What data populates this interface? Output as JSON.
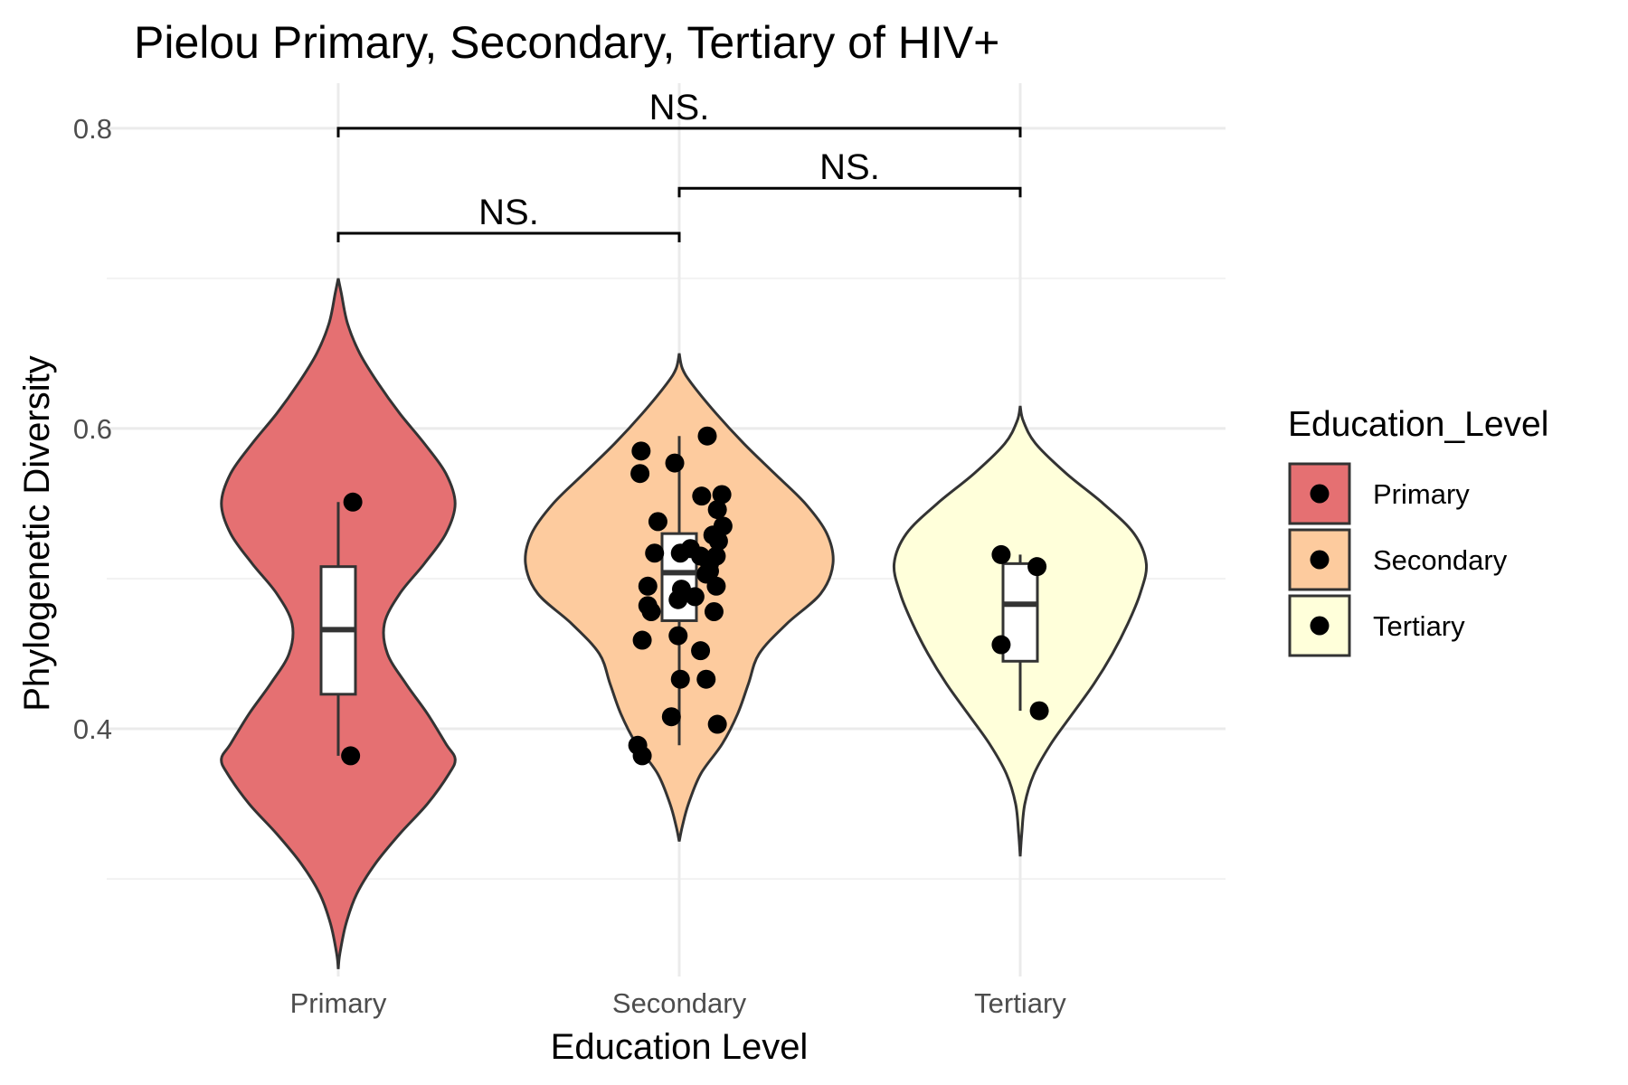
{
  "chart_data": {
    "type": "violin",
    "title": "Pielou Primary, Secondary, Tertiary of HIV+",
    "xlabel": "Education Level",
    "ylabel": "Phylogenetic Diversity",
    "ylim": [
      0.235,
      0.83
    ],
    "yticks": [
      0.4,
      0.6,
      0.8
    ],
    "ytick_labels": [
      "0.4",
      "0.6",
      "0.8"
    ],
    "categories": [
      "Primary",
      "Secondary",
      "Tertiary"
    ],
    "grid": true,
    "legend": {
      "title": "Education_Level",
      "position": "right",
      "entries": [
        "Primary",
        "Secondary",
        "Tertiary"
      ]
    },
    "colors": {
      "Primary": "#E57072",
      "Secondary": "#FDCB9E",
      "Tertiary": "#FFFFDA"
    },
    "violins": [
      {
        "category": "Primary",
        "profile": [
          [
            0.7,
            0.0
          ],
          [
            0.69,
            0.02
          ],
          [
            0.67,
            0.06
          ],
          [
            0.65,
            0.14
          ],
          [
            0.63,
            0.26
          ],
          [
            0.61,
            0.4
          ],
          [
            0.59,
            0.56
          ],
          [
            0.57,
            0.7
          ],
          [
            0.55,
            0.76
          ],
          [
            0.53,
            0.7
          ],
          [
            0.51,
            0.56
          ],
          [
            0.49,
            0.4
          ],
          [
            0.47,
            0.3
          ],
          [
            0.45,
            0.32
          ],
          [
            0.43,
            0.44
          ],
          [
            0.41,
            0.58
          ],
          [
            0.39,
            0.7
          ],
          [
            0.38,
            0.76
          ],
          [
            0.37,
            0.72
          ],
          [
            0.35,
            0.58
          ],
          [
            0.33,
            0.4
          ],
          [
            0.31,
            0.24
          ],
          [
            0.29,
            0.12
          ],
          [
            0.27,
            0.05
          ],
          [
            0.25,
            0.01
          ],
          [
            0.24,
            0.0
          ]
        ]
      },
      {
        "category": "Secondary",
        "profile": [
          [
            0.65,
            0.0
          ],
          [
            0.64,
            0.02
          ],
          [
            0.63,
            0.08
          ],
          [
            0.61,
            0.24
          ],
          [
            0.59,
            0.42
          ],
          [
            0.57,
            0.62
          ],
          [
            0.55,
            0.82
          ],
          [
            0.53,
            0.96
          ],
          [
            0.51,
            1.0
          ],
          [
            0.49,
            0.92
          ],
          [
            0.47,
            0.7
          ],
          [
            0.45,
            0.52
          ],
          [
            0.43,
            0.45
          ],
          [
            0.41,
            0.38
          ],
          [
            0.39,
            0.28
          ],
          [
            0.37,
            0.14
          ],
          [
            0.35,
            0.06
          ],
          [
            0.335,
            0.02
          ],
          [
            0.325,
            0.0
          ]
        ]
      },
      {
        "category": "Tertiary",
        "profile": [
          [
            0.615,
            0.0
          ],
          [
            0.605,
            0.02
          ],
          [
            0.59,
            0.1
          ],
          [
            0.57,
            0.3
          ],
          [
            0.55,
            0.54
          ],
          [
            0.53,
            0.74
          ],
          [
            0.51,
            0.82
          ],
          [
            0.49,
            0.78
          ],
          [
            0.47,
            0.7
          ],
          [
            0.45,
            0.6
          ],
          [
            0.43,
            0.48
          ],
          [
            0.41,
            0.34
          ],
          [
            0.39,
            0.2
          ],
          [
            0.37,
            0.09
          ],
          [
            0.35,
            0.03
          ],
          [
            0.33,
            0.01
          ],
          [
            0.315,
            0.0
          ]
        ]
      }
    ],
    "boxes": [
      {
        "category": "Primary",
        "min": 0.382,
        "q1": 0.423,
        "median": 0.466,
        "q3": 0.508,
        "max": 0.551
      },
      {
        "category": "Secondary",
        "min": 0.389,
        "q1": 0.472,
        "median": 0.504,
        "q3": 0.53,
        "max": 0.595
      },
      {
        "category": "Tertiary",
        "min": 0.412,
        "q1": 0.445,
        "median": 0.483,
        "q3": 0.51,
        "max": 0.516
      }
    ],
    "points": [
      {
        "category": "Primary",
        "jitter": 0.13,
        "y": 0.551
      },
      {
        "category": "Primary",
        "jitter": 0.11,
        "y": 0.382
      },
      {
        "category": "Secondary",
        "jitter": -0.34,
        "y": 0.585
      },
      {
        "category": "Secondary",
        "jitter": -0.35,
        "y": 0.57
      },
      {
        "category": "Secondary",
        "jitter": -0.33,
        "y": 0.459
      },
      {
        "category": "Secondary",
        "jitter": -0.37,
        "y": 0.389
      },
      {
        "category": "Secondary",
        "jitter": -0.33,
        "y": 0.382
      },
      {
        "category": "Secondary",
        "jitter": -0.28,
        "y": 0.495
      },
      {
        "category": "Secondary",
        "jitter": -0.28,
        "y": 0.482
      },
      {
        "category": "Secondary",
        "jitter": -0.25,
        "y": 0.478
      },
      {
        "category": "Secondary",
        "jitter": -0.22,
        "y": 0.517
      },
      {
        "category": "Secondary",
        "jitter": -0.19,
        "y": 0.538
      },
      {
        "category": "Secondary",
        "jitter": -0.07,
        "y": 0.408
      },
      {
        "category": "Secondary",
        "jitter": -0.04,
        "y": 0.577
      },
      {
        "category": "Secondary",
        "jitter": -0.01,
        "y": 0.486
      },
      {
        "category": "Secondary",
        "jitter": -0.01,
        "y": 0.462
      },
      {
        "category": "Secondary",
        "jitter": 0.01,
        "y": 0.517
      },
      {
        "category": "Secondary",
        "jitter": 0.01,
        "y": 0.433
      },
      {
        "category": "Secondary",
        "jitter": 0.02,
        "y": 0.493
      },
      {
        "category": "Secondary",
        "jitter": 0.1,
        "y": 0.52
      },
      {
        "category": "Secondary",
        "jitter": 0.14,
        "y": 0.488
      },
      {
        "category": "Secondary",
        "jitter": 0.19,
        "y": 0.515
      },
      {
        "category": "Secondary",
        "jitter": 0.2,
        "y": 0.555
      },
      {
        "category": "Secondary",
        "jitter": 0.19,
        "y": 0.452
      },
      {
        "category": "Secondary",
        "jitter": 0.24,
        "y": 0.433
      },
      {
        "category": "Secondary",
        "jitter": 0.24,
        "y": 0.503
      },
      {
        "category": "Secondary",
        "jitter": 0.25,
        "y": 0.595
      },
      {
        "category": "Secondary",
        "jitter": 0.27,
        "y": 0.51
      },
      {
        "category": "Secondary",
        "jitter": 0.27,
        "y": 0.505
      },
      {
        "category": "Secondary",
        "jitter": 0.3,
        "y": 0.529
      },
      {
        "category": "Secondary",
        "jitter": 0.31,
        "y": 0.478
      },
      {
        "category": "Secondary",
        "jitter": 0.33,
        "y": 0.495
      },
      {
        "category": "Secondary",
        "jitter": 0.33,
        "y": 0.515
      },
      {
        "category": "Secondary",
        "jitter": 0.34,
        "y": 0.546
      },
      {
        "category": "Secondary",
        "jitter": 0.35,
        "y": 0.525
      },
      {
        "category": "Secondary",
        "jitter": 0.38,
        "y": 0.556
      },
      {
        "category": "Secondary",
        "jitter": 0.39,
        "y": 0.535
      },
      {
        "category": "Secondary",
        "jitter": 0.34,
        "y": 0.403
      },
      {
        "category": "Tertiary",
        "jitter": -0.17,
        "y": 0.516
      },
      {
        "category": "Tertiary",
        "jitter": -0.17,
        "y": 0.456
      },
      {
        "category": "Tertiary",
        "jitter": 0.15,
        "y": 0.508
      },
      {
        "category": "Tertiary",
        "jitter": 0.17,
        "y": 0.412
      }
    ],
    "comparisons": [
      {
        "from": "Primary",
        "to": "Secondary",
        "y": 0.73,
        "label": "NS."
      },
      {
        "from": "Secondary",
        "to": "Tertiary",
        "y": 0.76,
        "label": "NS."
      },
      {
        "from": "Primary",
        "to": "Tertiary",
        "y": 0.8,
        "label": "NS."
      }
    ]
  }
}
